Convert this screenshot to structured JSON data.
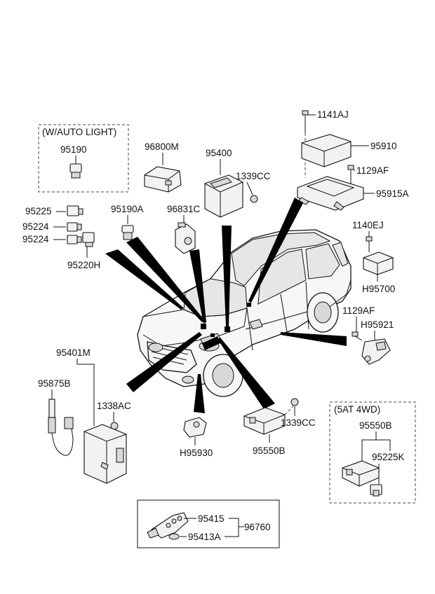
{
  "diagram": {
    "groups": {
      "auto_light": "(W/AUTO LIGHT)",
      "five_at_4wd": "(5AT 4WD)"
    },
    "labels": {
      "p95190": "95190",
      "p96800M": "96800M",
      "p95400": "95400",
      "p1339CC_a": "1339CC",
      "p96831C": "96831C",
      "p1141AJ": "1141AJ",
      "p95910": "95910",
      "p1129AF_a": "1129AF",
      "p95915A": "95915A",
      "p95225": "95225",
      "p95224_a": "95224",
      "p95224_b": "95224",
      "p95220H": "95220H",
      "p95190A": "95190A",
      "p1140EJ": "1140EJ",
      "pH95700": "H95700",
      "p1129AF_b": "1129AF",
      "pH95921": "H95921",
      "p95401M": "95401M",
      "p95875B": "95875B",
      "p1338AC": "1338AC",
      "pH95930": "H95930",
      "p1339CC_b": "1339CC",
      "p95550B_a": "95550B",
      "p95550B_b": "95550B",
      "p95225K": "95225K",
      "p95415": "95415",
      "p96760": "96760",
      "p95413A": "95413A"
    }
  }
}
